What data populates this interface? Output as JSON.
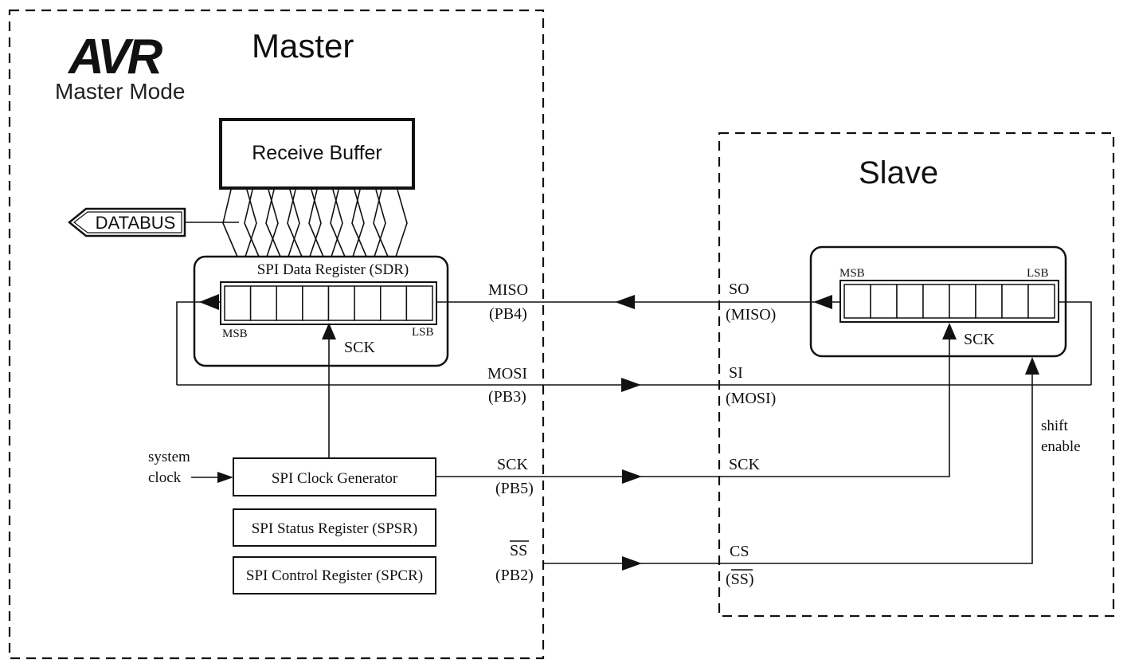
{
  "logo": {
    "brand": "AVR",
    "subtitle": "Master Mode"
  },
  "master": {
    "title": "Master",
    "receive_buffer": "Receive Buffer",
    "databus": "DATABUS",
    "sdr": {
      "label": "SPI Data Register (SDR)",
      "msb": "MSB",
      "lsb": "LSB",
      "sck": "SCK"
    },
    "system_clock": [
      "system",
      "clock"
    ],
    "clock_generator": "SPI Clock Generator",
    "status_register": "SPI Status Register (SPSR)",
    "control_register": "SPI Control Register (SPCR)"
  },
  "slave": {
    "title": "Slave",
    "register": {
      "msb": "MSB",
      "lsb": "LSB",
      "sck": "SCK"
    },
    "shift_enable": [
      "shift",
      "enable"
    ]
  },
  "signals": {
    "miso": {
      "master_label": "MISO",
      "master_pin": "(PB4)",
      "slave_label": "SO",
      "slave_pin": "(MISO)"
    },
    "mosi": {
      "master_label": "MOSI",
      "master_pin": "(PB3)",
      "slave_label": "SI",
      "slave_pin": "(MOSI)"
    },
    "sck": {
      "master_label": "SCK",
      "master_pin": "(PB5)",
      "slave_label": "SCK"
    },
    "ss": {
      "master_label": "SS",
      "master_pin": "(PB2)",
      "slave_label": "CS",
      "slave_pin_prefix": "(",
      "slave_pin_overline": "SS",
      "slave_pin_suffix": ")"
    }
  },
  "register_bits": 8
}
